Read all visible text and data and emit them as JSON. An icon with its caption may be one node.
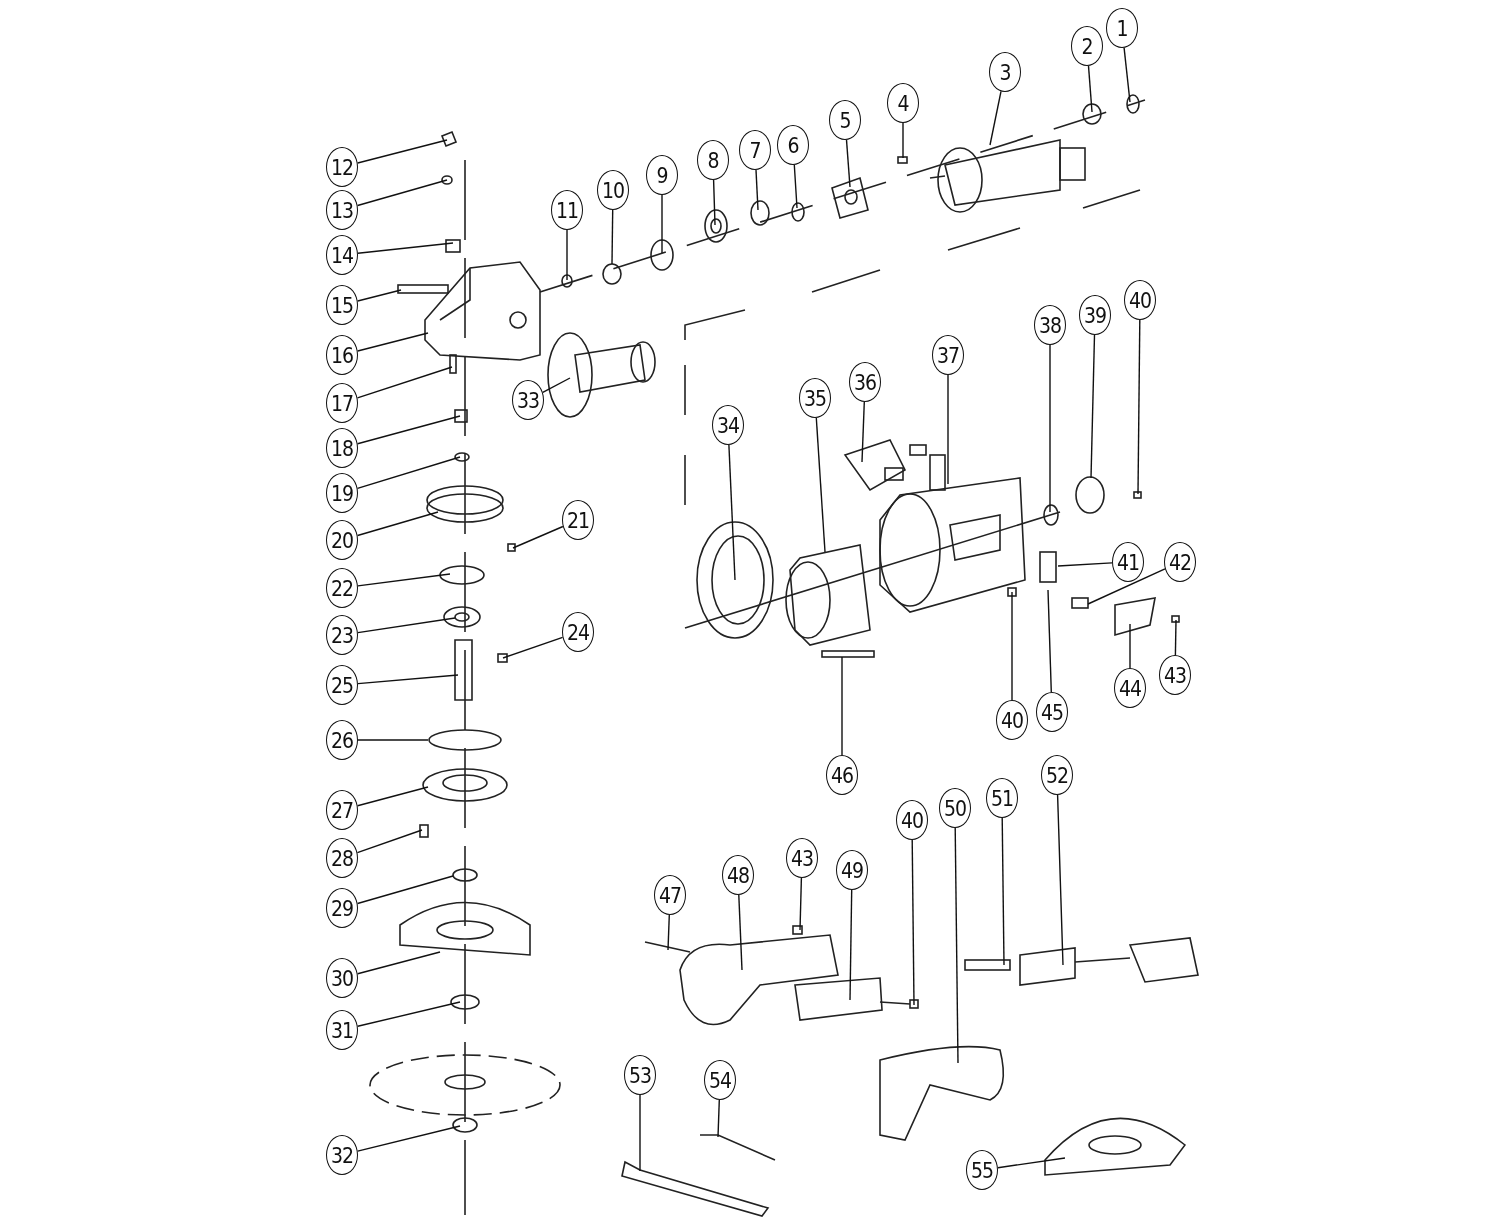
{
  "diagram": {
    "nodes": [
      {
        "text": [
          "1"
        ]
      },
      {
        "text": [
          "2"
        ]
      },
      {
        "text": [
          "3"
        ]
      },
      {
        "text": [
          "4"
        ]
      },
      {
        "text": [
          "5"
        ]
      },
      {
        "text": [
          "6"
        ]
      },
      {
        "text": [
          "7"
        ]
      },
      {
        "text": [
          "8"
        ]
      },
      {
        "text": [
          "9"
        ]
      },
      {
        "text": [
          "10"
        ]
      },
      {
        "text": [
          "11"
        ]
      },
      {
        "text": [
          "12"
        ]
      },
      {
        "text": [
          "13"
        ]
      },
      {
        "text": [
          "14"
        ]
      },
      {
        "text": [
          "15"
        ]
      },
      {
        "text": [
          "16"
        ]
      },
      {
        "text": [
          "17"
        ]
      },
      {
        "text": [
          "18"
        ]
      },
      {
        "text": [
          "19"
        ]
      },
      {
        "text": [
          "20"
        ]
      },
      {
        "text": [
          "21"
        ]
      },
      {
        "text": [
          "22"
        ]
      },
      {
        "text": [
          "23"
        ]
      },
      {
        "text": [
          "24"
        ]
      },
      {
        "text": [
          "25"
        ]
      },
      {
        "text": [
          "26"
        ]
      },
      {
        "text": [
          "27"
        ]
      },
      {
        "text": [
          "28"
        ]
      },
      {
        "text": [
          "29"
        ]
      },
      {
        "text": [
          "30"
        ]
      },
      {
        "text": [
          "31"
        ]
      },
      {
        "text": [
          "32"
        ]
      },
      {
        "text": [
          "33"
        ]
      },
      {
        "text": [
          "34"
        ]
      },
      {
        "text": [
          "35"
        ]
      },
      {
        "text": [
          "36"
        ]
      },
      {
        "text": [
          "37"
        ]
      },
      {
        "text": [
          "38"
        ]
      },
      {
        "text": [
          "39"
        ]
      },
      {
        "text": [
          "40"
        ]
      },
      {
        "text": [
          "41"
        ]
      },
      {
        "text": [
          "42"
        ]
      },
      {
        "text": [
          "43"
        ]
      },
      {
        "text": [
          "44"
        ]
      },
      {
        "text": [
          "45"
        ]
      },
      {
        "text": [
          "40"
        ]
      },
      {
        "text": [
          "46"
        ]
      },
      {
        "text": [
          "47"
        ]
      },
      {
        "text": [
          "48"
        ]
      },
      {
        "text": [
          "43"
        ]
      },
      {
        "text": [
          "49"
        ]
      },
      {
        "text": [
          "40"
        ]
      },
      {
        "text": [
          "50"
        ]
      },
      {
        "text": [
          "51"
        ]
      },
      {
        "text": [
          "52"
        ]
      },
      {
        "text": [
          "53"
        ]
      },
      {
        "text": [
          "54"
        ]
      },
      {
        "text": [
          "55"
        ]
      }
    ],
    "edges": [
      {
        "from": 0,
        "to": null,
        "arrow": "none"
      },
      {
        "from": 1,
        "to": null,
        "arrow": "none"
      },
      {
        "from": 2,
        "to": null,
        "arrow": "none"
      },
      {
        "from": 3,
        "to": null,
        "arrow": "none"
      },
      {
        "from": 4,
        "to": null,
        "arrow": "none"
      },
      {
        "from": 5,
        "to": null,
        "arrow": "none"
      },
      {
        "from": 6,
        "to": null,
        "arrow": "none"
      },
      {
        "from": 7,
        "to": null,
        "arrow": "none"
      },
      {
        "from": 8,
        "to": null,
        "arrow": "none"
      },
      {
        "from": 9,
        "to": null,
        "arrow": "none"
      },
      {
        "from": 10,
        "to": null,
        "arrow": "none"
      },
      {
        "from": 11,
        "to": null,
        "arrow": "none"
      },
      {
        "from": 12,
        "to": null,
        "arrow": "none"
      },
      {
        "from": 13,
        "to": null,
        "arrow": "none"
      },
      {
        "from": 14,
        "to": null,
        "arrow": "none"
      },
      {
        "from": 15,
        "to": null,
        "arrow": "none"
      },
      {
        "from": 16,
        "to": null,
        "arrow": "none"
      },
      {
        "from": 17,
        "to": null,
        "arrow": "none"
      },
      {
        "from": 18,
        "to": null,
        "arrow": "none"
      },
      {
        "from": 19,
        "to": null,
        "arrow": "none"
      },
      {
        "from": 20,
        "to": null,
        "arrow": "none"
      },
      {
        "from": 21,
        "to": null,
        "arrow": "none"
      },
      {
        "from": 22,
        "to": null,
        "arrow": "none"
      },
      {
        "from": 23,
        "to": null,
        "arrow": "none"
      },
      {
        "from": 24,
        "to": null,
        "arrow": "none"
      },
      {
        "from": 25,
        "to": null,
        "arrow": "none"
      },
      {
        "from": 26,
        "to": null,
        "arrow": "none"
      },
      {
        "from": 27,
        "to": null,
        "arrow": "none"
      },
      {
        "from": 28,
        "to": null,
        "arrow": "none"
      },
      {
        "from": 29,
        "to": null,
        "arrow": "none"
      },
      {
        "from": 30,
        "to": null,
        "arrow": "none"
      },
      {
        "from": 31,
        "to": null,
        "arrow": "none"
      },
      {
        "from": 32,
        "to": null,
        "arrow": "none"
      },
      {
        "from": 33,
        "to": null,
        "arrow": "none"
      },
      {
        "from": 34,
        "to": null,
        "arrow": "none"
      },
      {
        "from": 35,
        "to": null,
        "arrow": "none"
      },
      {
        "from": 36,
        "to": null,
        "arrow": "none"
      },
      {
        "from": 37,
        "to": null,
        "arrow": "none"
      },
      {
        "from": 38,
        "to": null,
        "arrow": "none"
      },
      {
        "from": 39,
        "to": null,
        "arrow": "none"
      },
      {
        "from": 40,
        "to": null,
        "arrow": "none"
      },
      {
        "from": 41,
        "to": null,
        "arrow": "none"
      },
      {
        "from": 42,
        "to": null,
        "arrow": "none"
      },
      {
        "from": 43,
        "to": null,
        "arrow": "none"
      },
      {
        "from": 44,
        "to": null,
        "arrow": "none"
      },
      {
        "from": 45,
        "to": null,
        "arrow": "none"
      },
      {
        "from": 46,
        "to": null,
        "arrow": "none"
      },
      {
        "from": 47,
        "to": null,
        "arrow": "none"
      },
      {
        "from": 48,
        "to": null,
        "arrow": "none"
      },
      {
        "from": 49,
        "to": null,
        "arrow": "none"
      },
      {
        "from": 50,
        "to": null,
        "arrow": "none"
      },
      {
        "from": 51,
        "to": null,
        "arrow": "none"
      },
      {
        "from": 52,
        "to": null,
        "arrow": "none"
      },
      {
        "from": 53,
        "to": null,
        "arrow": "none"
      },
      {
        "from": 54,
        "to": null,
        "arrow": "none"
      },
      {
        "from": 55,
        "to": null,
        "arrow": "none"
      },
      {
        "from": 56,
        "to": null,
        "arrow": "none"
      },
      {
        "from": 57,
        "to": null,
        "arrow": "none"
      }
    ]
  }
}
